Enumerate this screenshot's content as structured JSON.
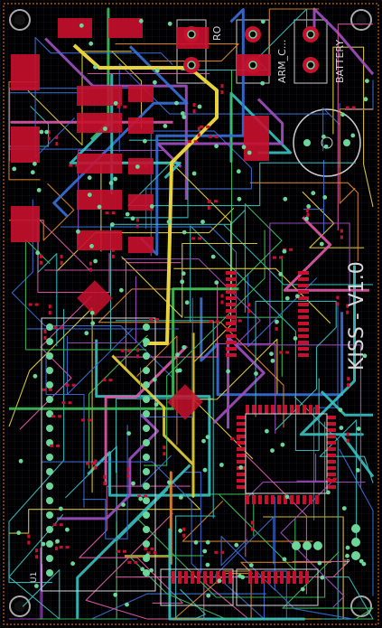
{
  "board": {
    "version_label": "KISS - V1.0",
    "connector_labels": [
      "BATTERY",
      "ARM_C...",
      "RO"
    ],
    "small_labels": [
      "U1",
      "JP"
    ],
    "colors": {
      "background": "#000000",
      "grid": "#2a2a3a",
      "outline": "#c86400",
      "copper_top": "#c8102e",
      "trace_blue": "#3a6fd8",
      "trace_cyan": "#37c2c2",
      "trace_yellow": "#e8d23a",
      "trace_purple": "#a34fc4",
      "trace_orange": "#e08a2a",
      "trace_pink": "#e05aa8",
      "trace_green": "#3fbf5a",
      "pad_green": "#6bd59a",
      "silk": "#d8d8d8"
    }
  }
}
